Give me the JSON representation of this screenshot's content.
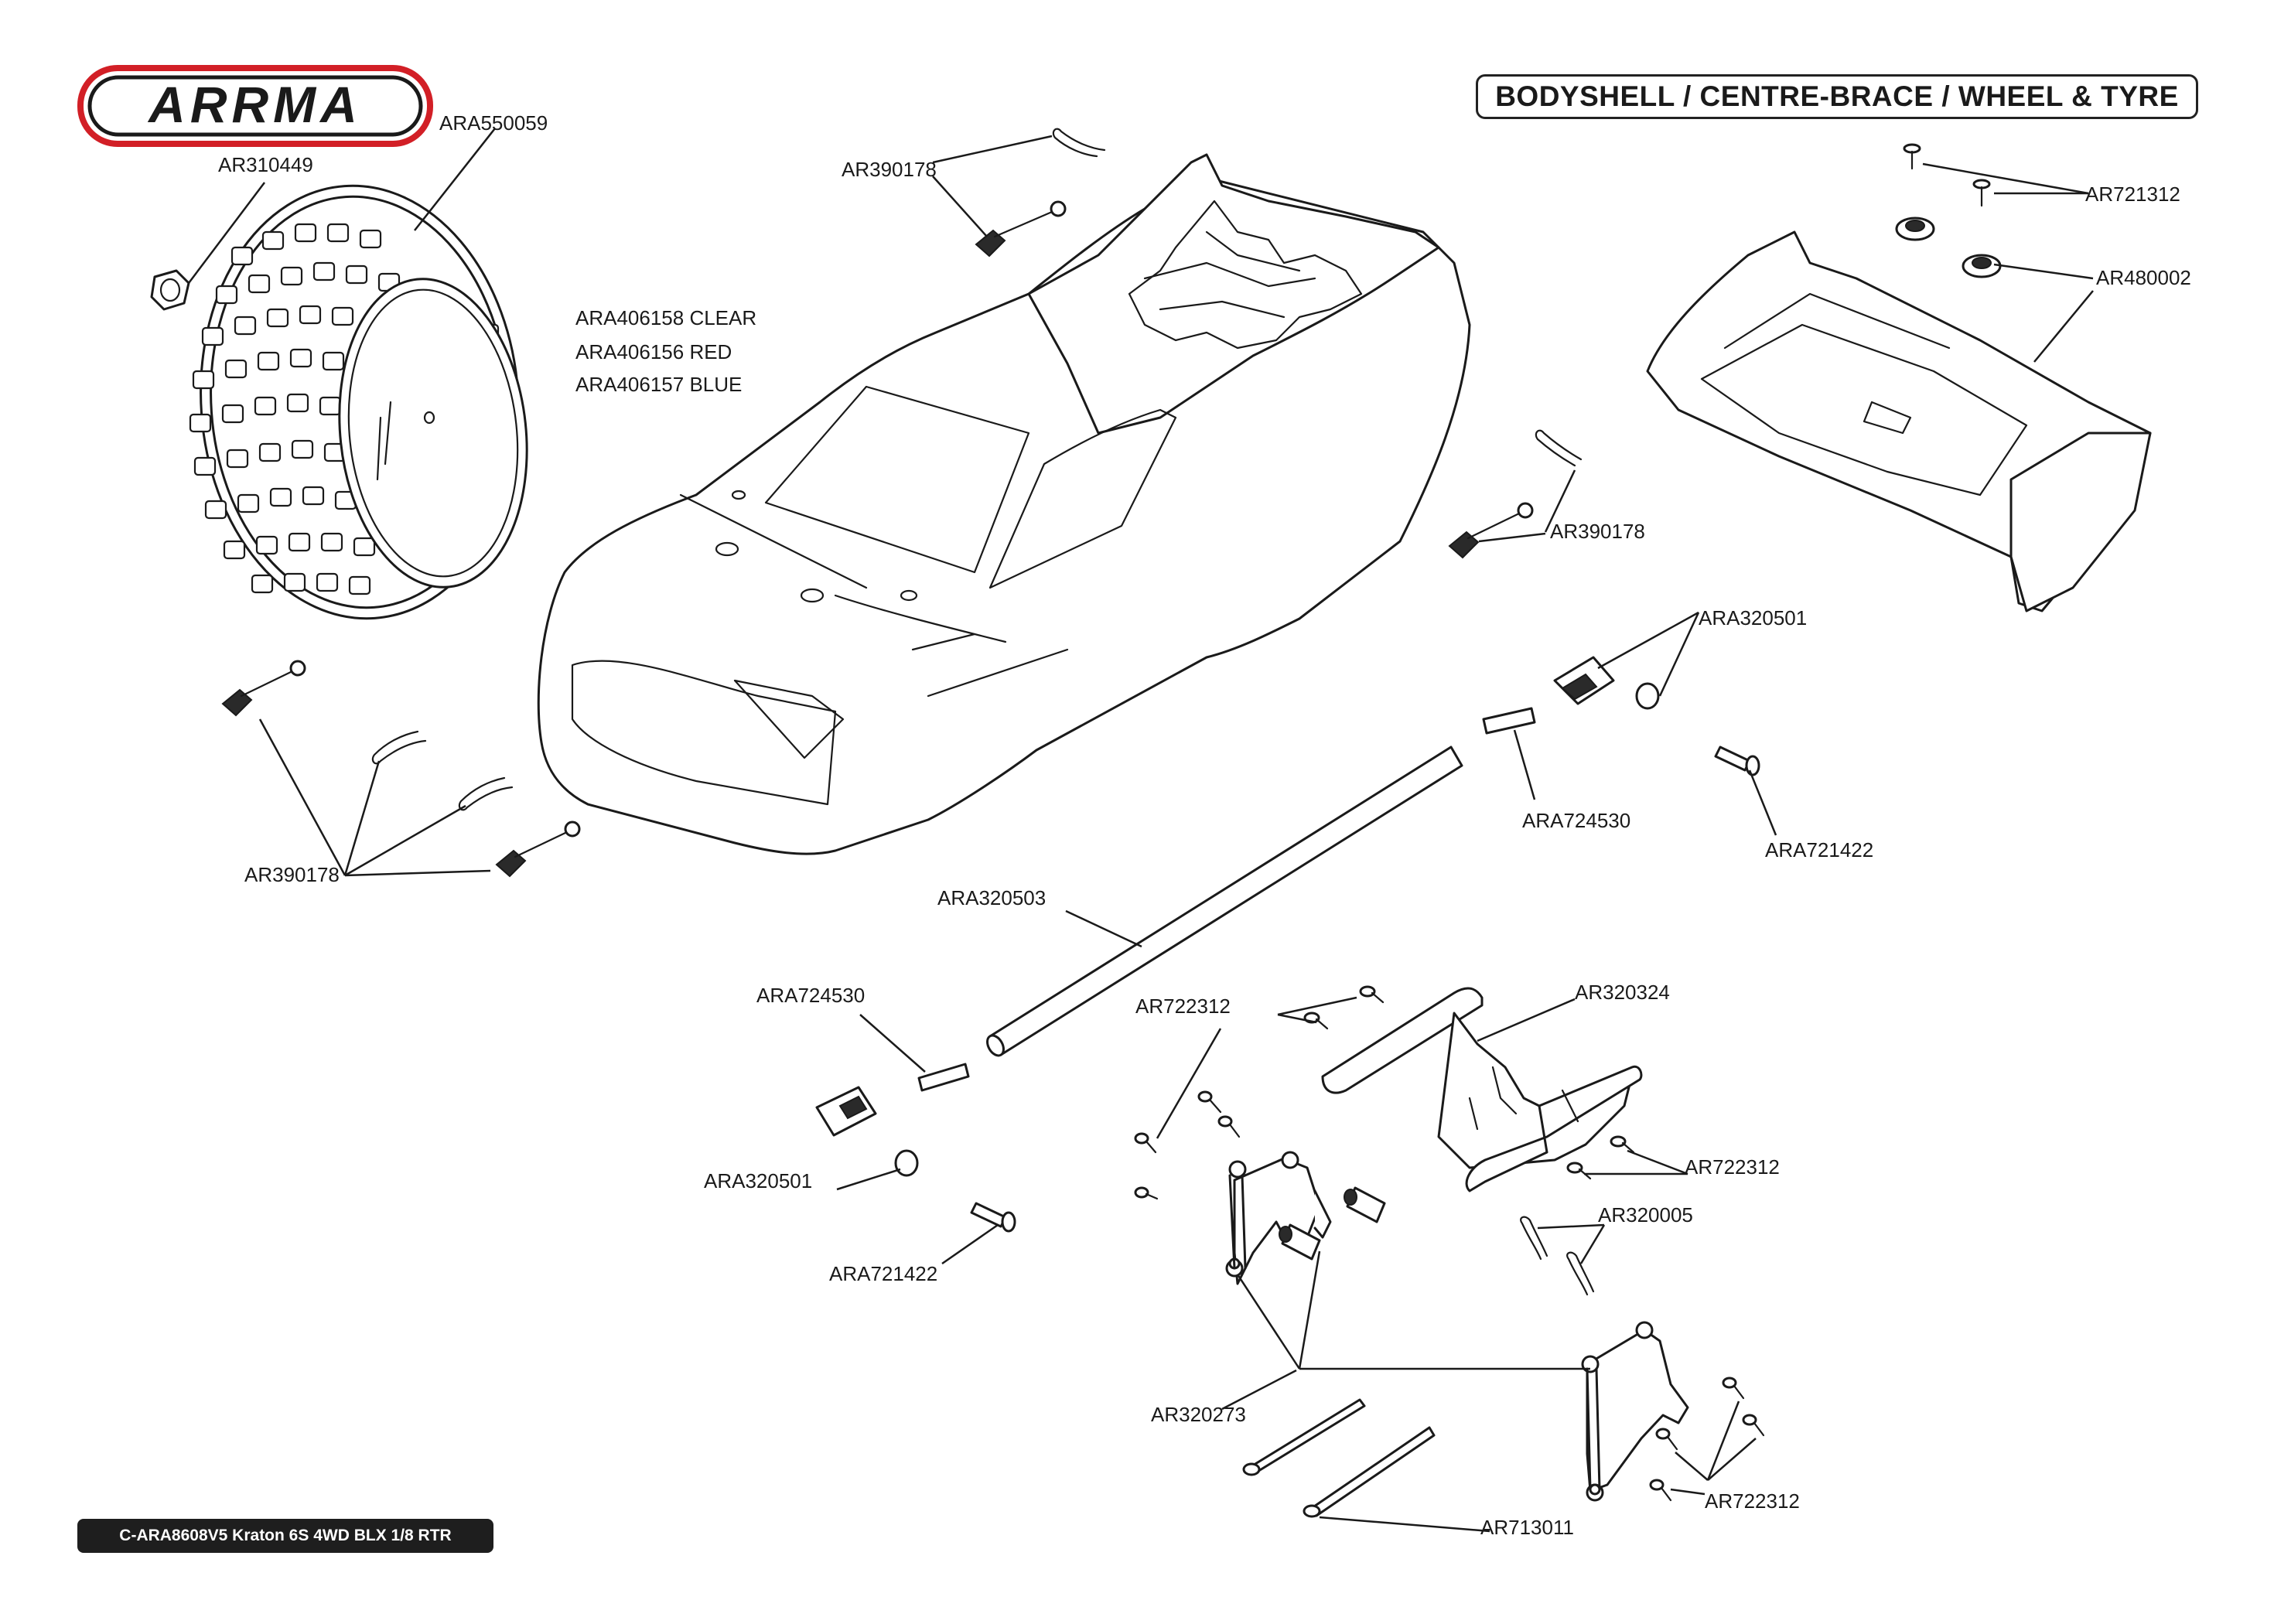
{
  "brand": {
    "logo_text": "ARRMA",
    "logo_color": "#d21f26"
  },
  "title": "BODYSHELL / CENTRE-BRACE / WHEEL & TYRE",
  "footer": "C-ARA8608V5 Kraton 6S 4WD BLX 1/8 RTR",
  "colors": {
    "ink": "#1a1a1a",
    "accent": "#d21f26",
    "footer_bg": "#1e1e1e"
  },
  "labels": {
    "ara550059": "ARA550059",
    "ar310449": "AR310449",
    "ar390178_top": "AR390178",
    "body_clear": "ARA406158 CLEAR",
    "body_red": "ARA406156 RED",
    "body_blue": "ARA406157 BLUE",
    "ar721312": "AR721312",
    "ar480002": "AR480002",
    "ar390178_right": "AR390178",
    "ara320501_right": "ARA320501",
    "ara724530_right": "ARA724530",
    "ara721422_right": "ARA721422",
    "ar390178_left": "AR390178",
    "ara320503": "ARA320503",
    "ara724530_left": "ARA724530",
    "ar722312_top": "AR722312",
    "ar320324": "AR320324",
    "ara320501_left": "ARA320501",
    "ar722312_mid": "AR722312",
    "ar320005": "AR320005",
    "ara721422_left": "ARA721422",
    "ar320273": "AR320273",
    "ar713011": "AR713011",
    "ar722312_bottom": "AR722312"
  }
}
